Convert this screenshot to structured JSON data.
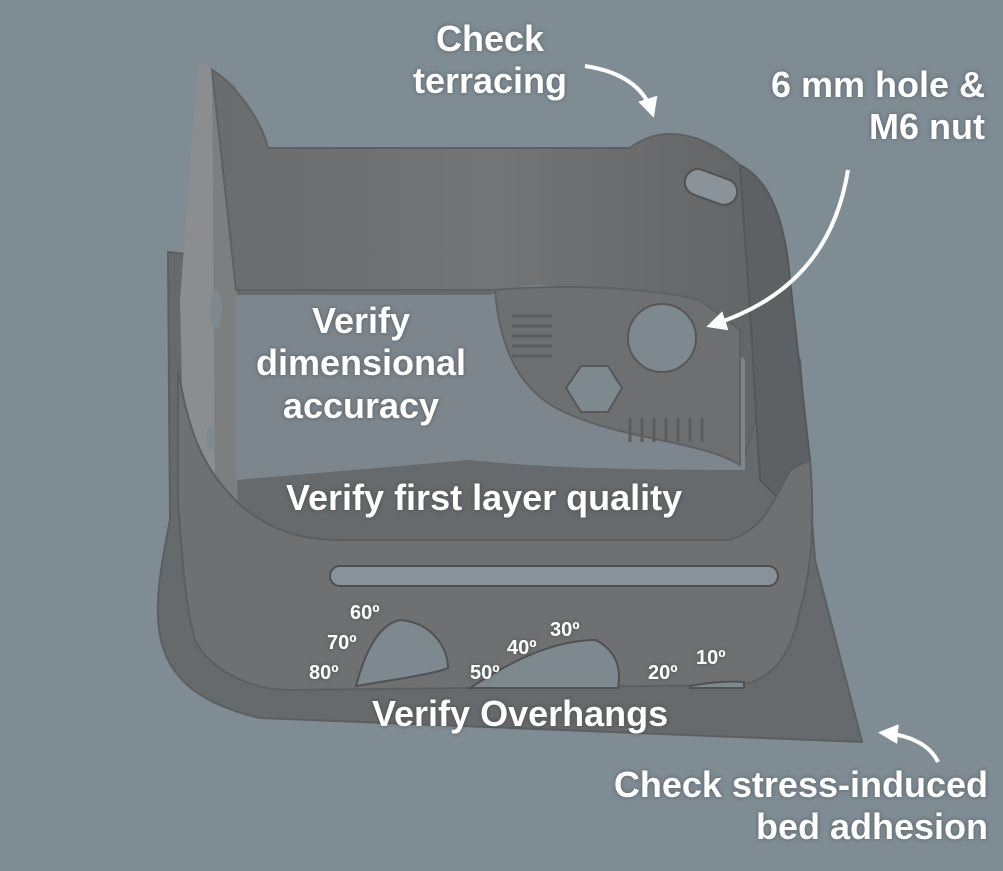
{
  "colors": {
    "background": "#7f8c94",
    "part": "#6c6e70",
    "part_edge": "#5a5c5e",
    "label": "#ffffff"
  },
  "labels": {
    "terracing": [
      "Check",
      "terracing"
    ],
    "hole": [
      "6 mm hole &",
      "M6 nut"
    ],
    "dimensional": [
      "Verify",
      "dimensional",
      "accuracy"
    ],
    "first_layer": "Verify first layer quality",
    "overhangs": "Verify Overhangs",
    "adhesion": [
      "Check stress-induced",
      "bed adhesion"
    ]
  },
  "angles": [
    "80º",
    "70º",
    "60º",
    "50º",
    "40º",
    "30º",
    "20º",
    "10º"
  ]
}
